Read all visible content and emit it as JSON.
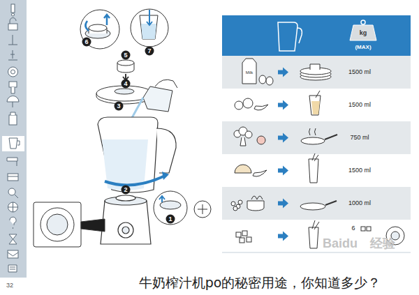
{
  "diagram": {
    "caption": "牛奶榨汁机po的秘密用途，你知道多少？",
    "nodes": [
      {
        "text": [
          "kg",
          "(MAX)"
        ]
      },
      {
        "text": [
          "1500 ml"
        ]
      },
      {
        "text": [
          "1500 ml"
        ]
      },
      {
        "text": [
          "750 ml"
        ]
      },
      {
        "text": [
          "1500 ml"
        ]
      },
      {
        "text": [
          "1000 ml"
        ]
      },
      {
        "text": [
          "6"
        ]
      }
    ],
    "labels": [
      "6",
      "7",
      "5",
      "4",
      "3",
      "2",
      "1",
      "Milk",
      "Baidu",
      "经验",
      "32"
    ]
  }
}
